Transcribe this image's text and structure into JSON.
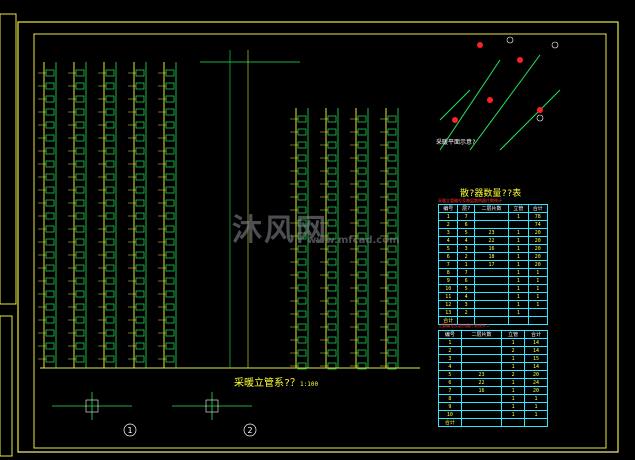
{
  "drawing": {
    "title": "采暖立管系?？",
    "scale": "1:100",
    "axon_caption": "采暖平面示意?",
    "detail_marks": [
      "1",
      "2"
    ],
    "colors": {
      "frame": "#e8e840",
      "pipe": "#22e85a",
      "riser": "#e8e840",
      "text": "#ffffff",
      "table_grid": "#2ee8ff",
      "accent_red": "#ff2222",
      "background": "#000000"
    }
  },
  "table1": {
    "title": "散?器数量??表",
    "subtitle": "采暖立管编号及每层散热器片数统计",
    "headers": [
      "编号",
      "层?",
      "二层片数",
      "立管",
      "合计"
    ],
    "rows": [
      [
        "1",
        "7",
        "",
        "1",
        "78"
      ],
      [
        "2",
        "6",
        "",
        "",
        "74"
      ],
      [
        "3",
        "5",
        "23",
        "1",
        "20"
      ],
      [
        "4",
        "4",
        "22",
        "1",
        "20"
      ],
      [
        "5",
        "3",
        "16",
        "1",
        "20"
      ],
      [
        "6",
        "2",
        "18",
        "1",
        "20"
      ],
      [
        "7",
        "1",
        "17",
        "1",
        "20"
      ],
      [
        "8",
        "7",
        "",
        "1",
        "1"
      ],
      [
        "9",
        "6",
        "",
        "1",
        "1"
      ],
      [
        "10",
        "5",
        "",
        "1",
        "1"
      ],
      [
        "11",
        "4",
        "",
        "1",
        "1"
      ],
      [
        "12",
        "3",
        "",
        "1",
        "1"
      ],
      [
        "13",
        "2",
        "",
        "1",
        ""
      ],
      [
        "合计",
        "",
        "",
        "",
        ""
      ]
    ]
  },
  "table2": {
    "title": "立管编号及散热器片数统计二",
    "headers": [
      "编号",
      "二层片数",
      "立管",
      "合计"
    ],
    "rows": [
      [
        "1",
        "",
        "1",
        "14"
      ],
      [
        "2",
        "",
        "2",
        "14"
      ],
      [
        "3",
        "",
        "1",
        "15"
      ],
      [
        "4",
        "",
        "1",
        "14"
      ],
      [
        "5",
        "23",
        "2",
        "20"
      ],
      [
        "6",
        "22",
        "1",
        "24"
      ],
      [
        "7",
        "16",
        "1",
        "20"
      ],
      [
        "8",
        "",
        "1",
        "1"
      ],
      [
        "9",
        "",
        "1",
        "1"
      ],
      [
        "10",
        "",
        "1",
        "1"
      ],
      [
        "合计",
        "",
        "",
        ""
      ]
    ]
  },
  "watermark": {
    "brand": "沐风网",
    "url": "www.mfcad.com"
  }
}
